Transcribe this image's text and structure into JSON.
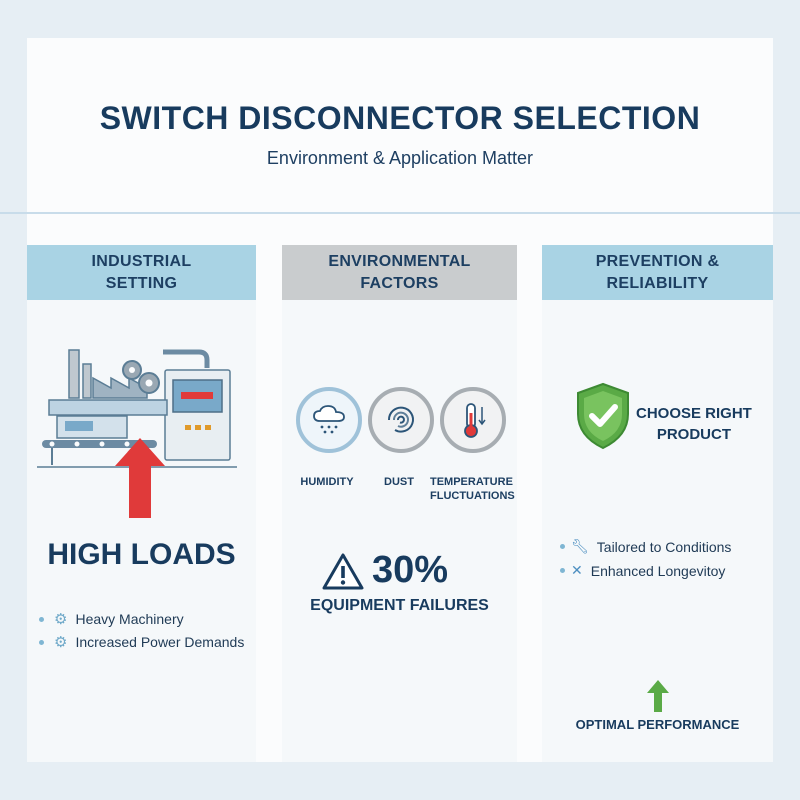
{
  "header": {
    "title": "SWITCH DISCONNECTOR SELECTION",
    "subtitle": "Environment & Application Matter"
  },
  "columns": [
    {
      "heading_line1": "INDUSTRIAL",
      "heading_line2": "SETTING",
      "highlight": "HIGH LOADS",
      "bullets": [
        "Heavy Machinery",
        "Increased Power Demands"
      ]
    },
    {
      "heading_line1": "ENVIRONMENTAL",
      "heading_line2": "FACTORS",
      "factors": [
        {
          "label": "HUMIDITY",
          "icon": "cloud-rain-icon"
        },
        {
          "label": "DUST",
          "icon": "dust-swirl-icon"
        },
        {
          "label_line1": "TEMPERATURE",
          "label_line2": "FLUCTUATIONS",
          "icon": "thermometer-icon"
        }
      ],
      "stat_value": "30%",
      "stat_label": "EQUIPMENT FAILURES"
    },
    {
      "heading_line1": "PREVENTION &",
      "heading_line2": "RELIABILITY",
      "shield_line1": "CHOOSE RIGHT",
      "shield_line2": "PRODUCT",
      "bullets": [
        "Tailored to Conditions",
        "Enhanced Longevitoy"
      ],
      "footer": "OPTIMAL PERFORMANCE"
    }
  ],
  "colors": {
    "navy": "#183b5e",
    "header_blue": "#a9d3e4",
    "header_gray": "#c9ccce",
    "alert_red": "#e03a3a",
    "check_green": "#5aaa46"
  }
}
